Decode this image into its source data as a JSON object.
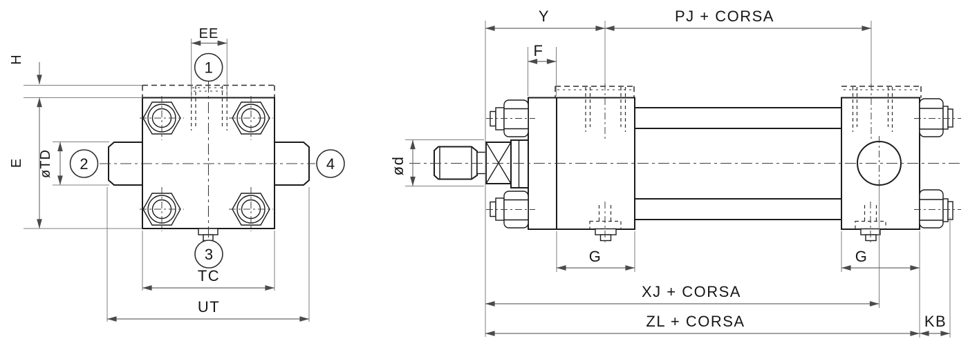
{
  "colors": {
    "line": "#1b1b1b",
    "dimension": "#6b6b6b",
    "background": "#ffffff"
  },
  "end_view": {
    "dimensions": {
      "ee": "EE",
      "h": "H",
      "e": "E",
      "td": "øTD",
      "tc": "TC",
      "ut": "UT"
    },
    "callouts": [
      "1",
      "2",
      "3",
      "4"
    ]
  },
  "side_view": {
    "dimensions": {
      "y": "Y",
      "pj_corsa": "PJ + CORSA",
      "f": "F",
      "d": "ød",
      "g_front": "G",
      "g_rear": "G",
      "xj_corsa": "XJ + CORSA",
      "zl_corsa": "ZL + CORSA",
      "kb": "KB"
    }
  }
}
